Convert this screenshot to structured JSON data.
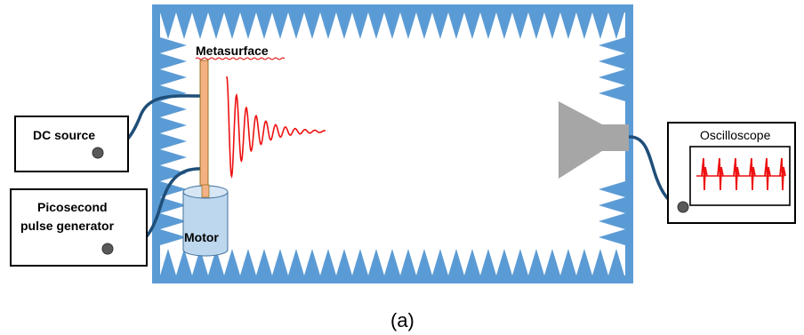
{
  "labels": {
    "metasurface": "Metasurface",
    "dc_source": "DC source",
    "pico_line1": "Picosecond",
    "pico_line2": "pulse generator",
    "motor": "Motor",
    "oscilloscope": "Oscilloscope",
    "caption": "(a)"
  },
  "colors": {
    "chamber_frame": "#5b9bd5",
    "absorber_spike": "#5b9bd5",
    "cable": "#1f4e79",
    "metasurface_rod": "#f4b183",
    "motor_body": "#bdd7ee",
    "horn_antenna": "#a6a6a6",
    "signal": "#ee1111",
    "box_border": "#000000"
  },
  "icons": {
    "horn": "horn-antenna-icon",
    "wave": "decaying-wave-icon",
    "pulse_train": "pulse-train-icon"
  }
}
